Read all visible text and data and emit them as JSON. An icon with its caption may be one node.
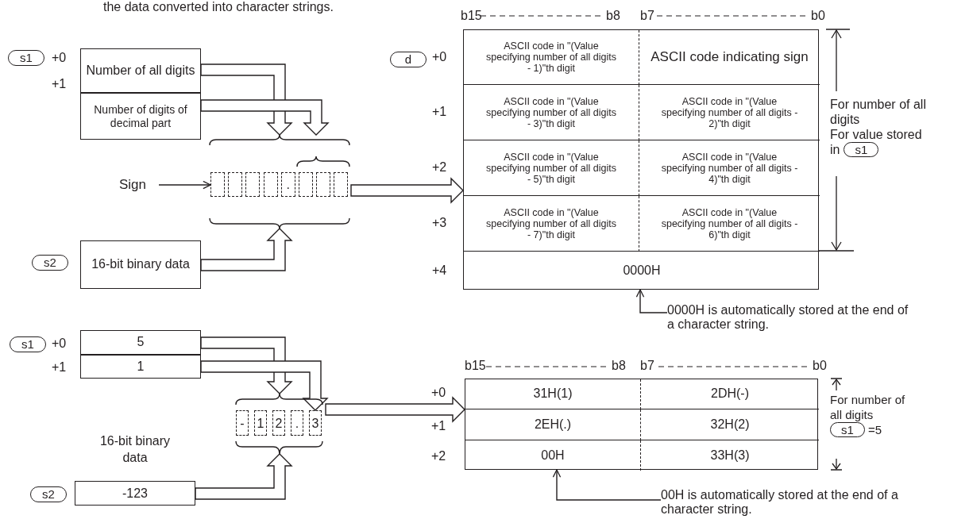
{
  "diagram": {
    "nodes": [
      {
        "text": [
          "s1"
        ]
      },
      {
        "text": [
          "Number of all digits"
        ]
      },
      {
        "text": [
          "Number of digits of decimal part"
        ]
      },
      {
        "text": [
          "Sign"
        ]
      },
      {
        "text": [],
        "shape": "box"
      },
      {
        "text": [],
        "shape": "box",
        "in": 4
      },
      {
        "text": [],
        "shape": "box",
        "in": 4
      },
      {
        "text": [],
        "shape": "box",
        "in": 4
      },
      {
        "text": [],
        "shape": "box",
        "in": 4
      },
      {
        "text": [
          "."
        ],
        "in": 4
      },
      {
        "text": [],
        "shape": "box",
        "in": 4
      },
      {
        "text": [],
        "shape": "box",
        "in": 4
      },
      {
        "text": [],
        "shape": "box",
        "in": 4
      },
      {
        "text": [
          "s2"
        ]
      },
      {
        "text": [
          "16-bit binary data"
        ]
      },
      {
        "text": [
          "d"
        ]
      },
      {
        "text": [],
        "shape": "box"
      },
      {
        "text": [
          "ASCII code in \"(Value specifying number of all digits - 1)\"th digit"
        ],
        "in": 16
      },
      {
        "text": [
          "ASCII code indicating sign"
        ],
        "in": 16
      },
      {
        "text": [
          "ASCII code in \"(Value specifying number of all digits - 3)\"th digit"
        ],
        "in": 16
      },
      {
        "text": [
          "ASCII code in \"(Value specifying number of all digits - 2)\"th digit"
        ],
        "in": 16
      },
      {
        "text": [
          "ASCII code in \"(Value specifying number of all digits - 5)\"th digit"
        ],
        "in": 16
      },
      {
        "text": [
          "ASCII code in \"(Value specifying number of all digits - 4)\"th digit"
        ],
        "in": 16
      },
      {
        "text": [
          "ASCII code in \"(Value specifying number of all digits - 7)\"th digit"
        ],
        "in": 16
      },
      {
        "text": [
          "ASCII code in \"(Value specifying number of all digits - 6)\"th digit"
        ],
        "in": 16
      },
      {
        "text": [
          "0000H"
        ],
        "in": 16
      },
      {
        "text": [
          "s1"
        ]
      },
      {
        "text": [
          "0000H is automatically stored at the end of a character string."
        ]
      },
      {
        "text": [
          "s1"
        ]
      },
      {
        "text": [
          "5"
        ]
      },
      {
        "text": [
          "1"
        ]
      },
      {
        "text": [],
        "shape": "box"
      },
      {
        "text": [
          "-"
        ],
        "in": 31
      },
      {
        "text": [
          "1"
        ],
        "in": 31
      },
      {
        "text": [
          "2"
        ],
        "in": 31
      },
      {
        "text": [
          "."
        ],
        "in": 31
      },
      {
        "text": [
          "3"
        ],
        "in": 31
      },
      {
        "text": [
          "s2"
        ]
      },
      {
        "text": [
          "16-bit binary data",
          "-123"
        ]
      },
      {
        "text": [],
        "shape": "box"
      },
      {
        "text": [
          "31H(1)"
        ],
        "in": 39
      },
      {
        "text": [
          "2DH(-)"
        ],
        "in": 39
      },
      {
        "text": [
          "2EH(.)"
        ],
        "in": 39
      },
      {
        "text": [
          "32H(2)"
        ],
        "in": 39
      },
      {
        "text": [
          "00H"
        ],
        "in": 39
      },
      {
        "text": [
          "33H(3)"
        ],
        "in": 39
      },
      {
        "text": [
          "s1"
        ]
      },
      {
        "text": [
          "00H is automatically stored at the end of a character string."
        ]
      }
    ],
    "edges": [
      {
        "from": 1,
        "to": 4,
        "arrow": "to"
      },
      {
        "from": 2,
        "to": 4,
        "arrow": "to"
      },
      {
        "from": 3,
        "to": 5,
        "arrow": "to"
      },
      {
        "from": 14,
        "to": 4,
        "arrow": "to"
      },
      {
        "from": 4,
        "to": 16,
        "arrow": "to"
      },
      {
        "from": 27,
        "to": 25,
        "arrow": "to"
      },
      {
        "from": 29,
        "to": 31,
        "arrow": "to"
      },
      {
        "from": 30,
        "to": 36,
        "arrow": "to"
      },
      {
        "from": 38,
        "to": 31,
        "arrow": "to"
      },
      {
        "from": 31,
        "to": 39,
        "arrow": "to"
      },
      {
        "from": 47,
        "to": 44,
        "arrow": "to"
      }
    ],
    "labels": [
      "the data converted into character strings.",
      "+0",
      "+1",
      "b15",
      "b8",
      "b7",
      "b0",
      "+0",
      "+1",
      "+2",
      "+3",
      "+4",
      "For number of all digits",
      "For value stored in",
      "+0",
      "+1",
      "b15",
      "b8",
      "b7",
      "b0",
      "+0",
      "+1",
      "+2",
      "For number of all digits",
      "=5"
    ]
  }
}
